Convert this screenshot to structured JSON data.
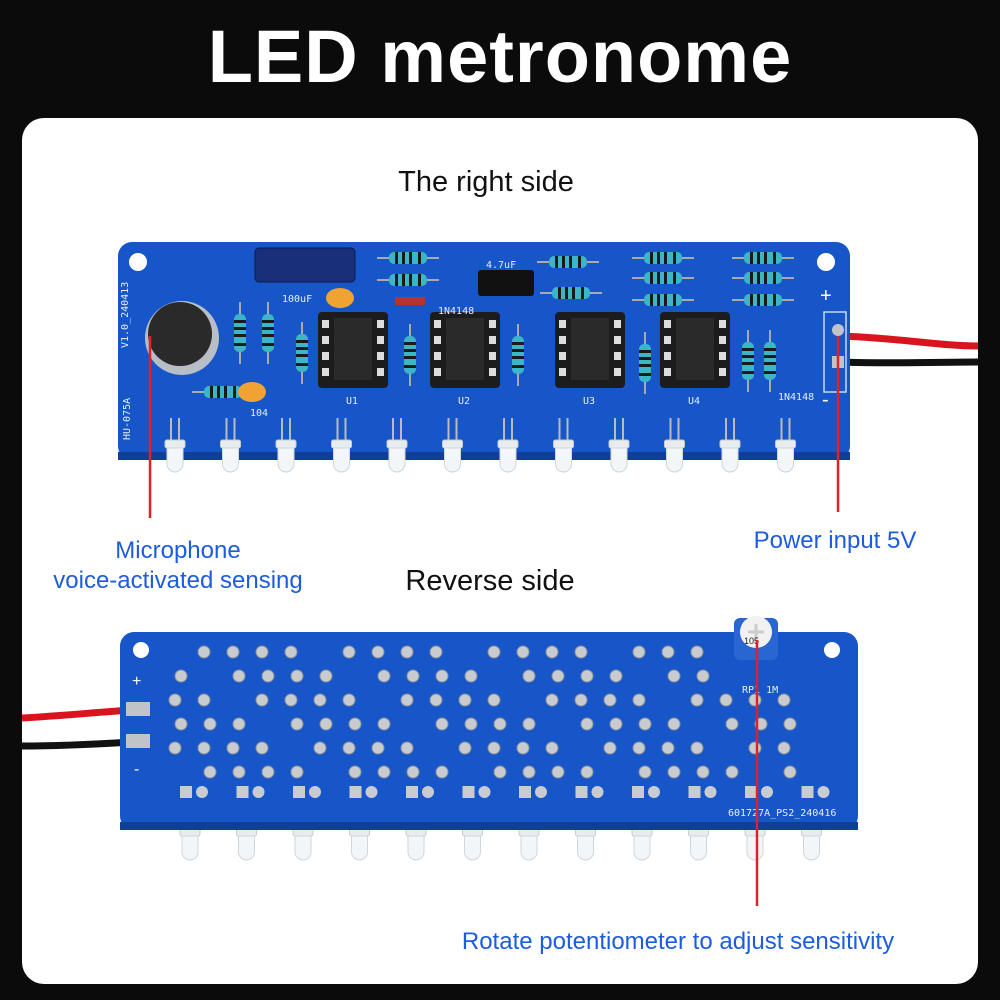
{
  "title": "LED metronome",
  "sections": {
    "front_heading": "The right side",
    "back_heading": "Reverse side"
  },
  "callouts": {
    "microphone_line1": "Microphone",
    "microphone_line2": "voice-activated sensing",
    "power": "Power input 5V",
    "potentiometer": "Rotate potentiometer to adjust sensitivity"
  },
  "front_board": {
    "model": "HU-075A",
    "version": "V1.0_240413",
    "chips": [
      "U1",
      "U2",
      "U3",
      "U4"
    ],
    "capacitor_c4": "4.7uF",
    "capacitor_c2": "100uF",
    "ceramic_cap": "104",
    "diode": "1N4148",
    "plus": "+",
    "minus": "-"
  },
  "back_board": {
    "potentiometer_label": "RP1 1M",
    "pot_marking": "105",
    "board_code": "601727A_PS2_240416",
    "plus": "+",
    "minus": "-"
  },
  "colors": {
    "pcb": "#1756c9",
    "callout_text": "#1c5ce0",
    "leader_line": "#e0202a"
  }
}
